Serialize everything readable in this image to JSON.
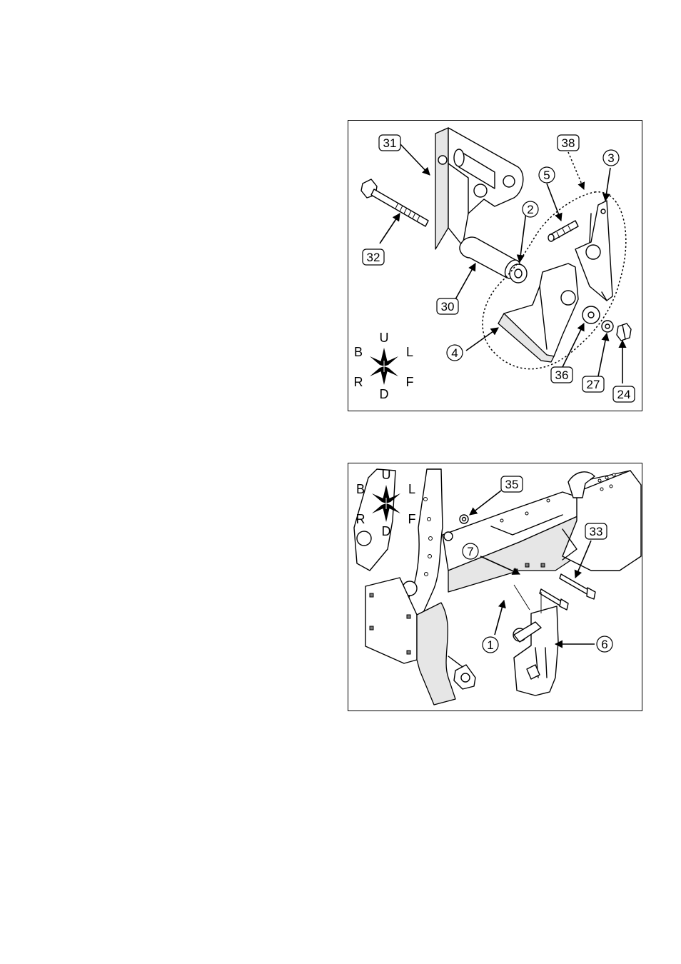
{
  "figure1": {
    "callouts": {
      "c31": "31",
      "c38": "38",
      "c3": "3",
      "c5": "5",
      "c2": "2",
      "c32": "32",
      "c30": "30",
      "c4": "4",
      "c36": "36",
      "c27": "27",
      "c24": "24"
    },
    "compass": {
      "up": "U",
      "back": "B",
      "left": "L",
      "right": "R",
      "front": "F",
      "down": "D"
    }
  },
  "figure2": {
    "callouts": {
      "c35": "35",
      "c33": "33",
      "c7": "7",
      "c1": "1",
      "c6": "6"
    },
    "compass": {
      "up": "U",
      "back": "B",
      "left": "L",
      "right": "R",
      "front": "F",
      "down": "D"
    }
  }
}
